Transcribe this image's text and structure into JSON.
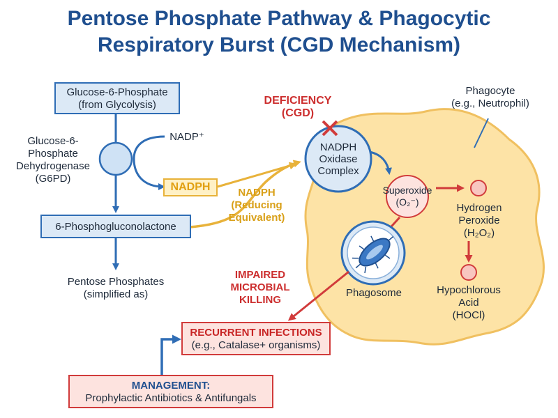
{
  "title": {
    "line1": "Pentose Phosphate Pathway & Phagocytic",
    "line2": "Respiratory Burst (CGD Mechanism)"
  },
  "pathway": {
    "g6p_line1": "Glucose-6-Phosphate",
    "g6p_line2": "(from Glycolysis)",
    "enzyme_line1": "Glucose-6-",
    "enzyme_line2": "Phosphate",
    "enzyme_line3": "Dehydrogenase",
    "enzyme_line4": "(G6PD)",
    "nadp": "NADP⁺",
    "nadph_tag": "NADPH",
    "gluconolactone": "6-Phosphogluconolactone",
    "pentose_line1": "Pentose Phosphates",
    "pentose_line2": "(simplified as)"
  },
  "reducing": {
    "line1": "NADPH",
    "line2": "(Reducing",
    "line3": "Equivalent)"
  },
  "deficiency": {
    "line1": "DEFICIENCY",
    "line2": "(CGD)"
  },
  "phagocyte": {
    "line1": "Phagocyte",
    "line2": "(e.g., Neutrophil)",
    "oxidase_line1": "NADPH",
    "oxidase_line2": "Oxidase",
    "oxidase_line3": "Complex",
    "superoxide_line1": "Superoxide",
    "superoxide_line2": "(O₂⁻)",
    "h2o2_line1": "Hydrogen",
    "h2o2_line2": "Peroxide",
    "h2o2_line3": "(H₂O₂)",
    "hocl_line1": "Hypochlorous",
    "hocl_line2": "Acid",
    "hocl_line3": "(HOCl)",
    "phagosome": "Phagosome"
  },
  "impaired": {
    "line1": "IMPAIRED",
    "line2": "MICROBIAL",
    "line3": "KILLING"
  },
  "infections": {
    "line1": "RECURRENT INFECTIONS",
    "line2": "(e.g., Catalase+ organisms)"
  },
  "management": {
    "line1": "MANAGEMENT:",
    "line2": "Prophylactic Antibiotics & Antifungals"
  },
  "colors": {
    "blue": "#2f6db5",
    "red": "#d13b3b",
    "gold": "#e8b23a",
    "cell_fill": "#fde3a6"
  }
}
